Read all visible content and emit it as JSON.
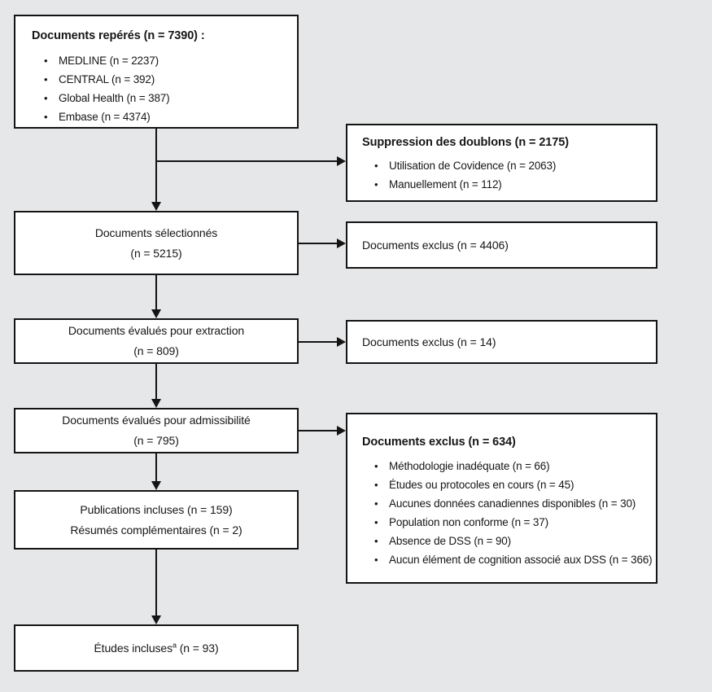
{
  "theme": {
    "background_color": "#e5e7e8",
    "box_fill_color": "#ffffff",
    "line_color": "#141414",
    "text_color": "#161616"
  },
  "flow": {
    "identified": {
      "title": "Documents repérés (n = 7390) :",
      "items": [
        "MEDLINE (n = 2237)",
        "CENTRAL (n = 392)",
        "Global Health (n = 387)",
        "Embase (n = 4374)"
      ]
    },
    "duplicates_removed": {
      "title": "Suppression des doublons (n = 2175)",
      "items": [
        "Utilisation de Covidence (n = 2063)",
        "Manuellement (n = 112)"
      ]
    },
    "selected": {
      "line1": "Documents sélectionnés",
      "line2": "(n = 5215)"
    },
    "excluded_selection": {
      "text": "Documents exclus (n = 4406)"
    },
    "extraction": {
      "line1": "Documents évalués pour extraction",
      "line2": "(n = 809)"
    },
    "excluded_extraction": {
      "text": "Documents exclus (n = 14)"
    },
    "eligibility": {
      "line1": "Documents évalués pour admissibilité",
      "line2": "(n = 795)"
    },
    "excluded_eligibility": {
      "title": "Documents exclus (n = 634)",
      "items": [
        "Méthodologie inadéquate (n = 66)",
        "Études ou protocoles en cours (n = 45)",
        "Aucunes données canadiennes disponibles (n = 30)",
        "Population non conforme (n = 37)",
        "Absence de DSS (n = 90)",
        "Aucun élément de cognition associé aux DSS (n = 366)"
      ]
    },
    "included_publications": {
      "line1": "Publications incluses (n = 159)",
      "line2": "Résumés complémentaires (n = 2)"
    },
    "included_studies": {
      "text": "Études incluses",
      "superscript": "a",
      "count": "(n = 93)"
    }
  }
}
